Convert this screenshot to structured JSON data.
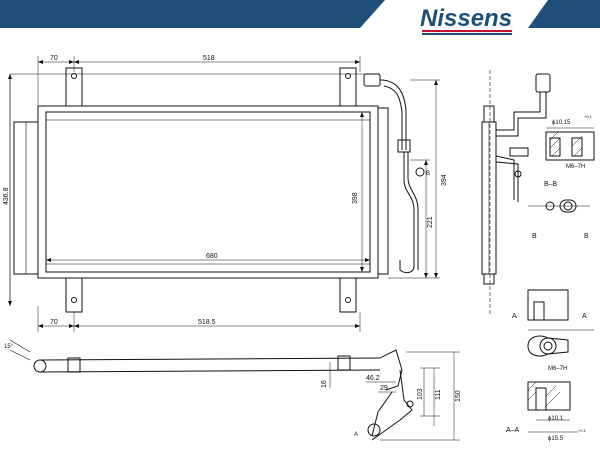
{
  "brand": {
    "name": "Nissens",
    "banner_color": "#1f4e79"
  },
  "dimensions": {
    "top_offset": "70",
    "top_width": "518",
    "overall_width": "680",
    "bottom_offset": "70",
    "bottom_width": "518.5",
    "overall_height": "436.8",
    "core_height": "398",
    "side_height": "394",
    "pipe_height": "221",
    "section_height_16": "16",
    "bracket_width": "46.2",
    "bracket_drop": "29",
    "height_103": "103",
    "height_111": "111",
    "height_150": "150",
    "angle_15": "15°"
  },
  "details": {
    "bb_label": "B–B",
    "bb_dia": "ϕ10.15",
    "bb_tol": "+0.1\n0",
    "bb_thread": "M6–7H",
    "b_mark_left": "B",
    "b_mark_right": "B",
    "a_mark_left": "A",
    "a_mark_right": "A",
    "a_thread": "M6–7H",
    "aa_label": "A–A",
    "aa_dia_small": "ϕ10.1",
    "aa_dia_large": "ϕ15.5",
    "aa_tol": "+0.1\n0",
    "view_b": "B",
    "view_a": "A"
  }
}
